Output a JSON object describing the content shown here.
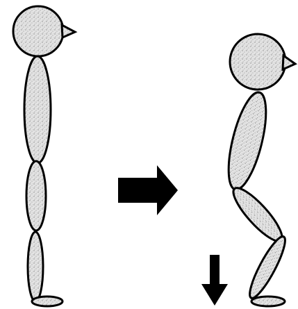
{
  "colors": {
    "outline": "#000000",
    "body_fill": "#d9d9d9",
    "speckle": "#8a8a8a",
    "arrow": "#000000",
    "background": "#ffffff"
  },
  "figures": [
    {
      "name": "standing-figure",
      "pose": "upright"
    },
    {
      "name": "squatting-figure",
      "pose": "squat"
    }
  ],
  "arrows": [
    {
      "name": "transition-arrow",
      "direction": "right"
    },
    {
      "name": "downward-arrow",
      "direction": "down"
    }
  ]
}
